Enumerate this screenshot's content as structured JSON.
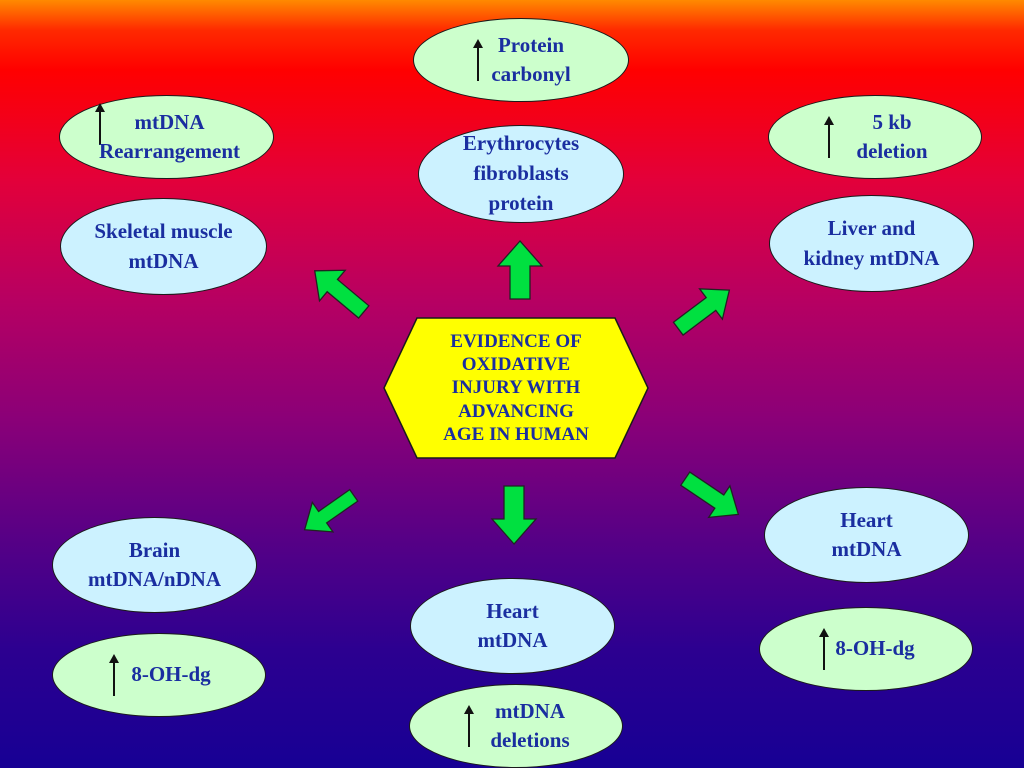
{
  "center": {
    "lines": [
      "EVIDENCE OF",
      "OXIDATIVE",
      "INJURY WITH",
      "ADVANCING",
      "AGE IN HUMAN"
    ]
  },
  "nodes": {
    "top_marker": {
      "lines": [
        "Protein",
        "carbonyl"
      ]
    },
    "top_tissue": {
      "lines": [
        "Erythrocytes",
        "fibroblasts",
        "protein"
      ]
    },
    "topleft_marker": {
      "lines": [
        "mtDNA",
        "Rearrangement"
      ]
    },
    "topleft_tissue": {
      "lines": [
        "Skeletal muscle",
        "mtDNA"
      ]
    },
    "topright_marker": {
      "lines": [
        "5 kb",
        "deletion"
      ]
    },
    "topright_tissue": {
      "lines": [
        "Liver and",
        "kidney mtDNA"
      ]
    },
    "bottomleft_tissue": {
      "lines": [
        "Brain",
        "mtDNA/nDNA"
      ]
    },
    "bottomleft_marker": {
      "lines": [
        "8-OH-dg"
      ]
    },
    "bottom_tissue": {
      "lines": [
        "Heart",
        "mtDNA"
      ]
    },
    "bottom_marker": {
      "lines": [
        "mtDNA",
        "deletions"
      ]
    },
    "bottomright_tissue": {
      "lines": [
        "Heart",
        "mtDNA"
      ]
    },
    "bottomright_marker": {
      "lines": [
        "8-OH-dg"
      ]
    }
  },
  "colors": {
    "marker_fill": "#ccffcc",
    "tissue_fill": "#ccf2ff",
    "center_fill": "#ffff00",
    "arrow_fill": "#00e040",
    "text": "#1a2ea0"
  },
  "icons": {
    "increase": "up-arrow-icon",
    "direction": "green-block-arrow-icon"
  }
}
